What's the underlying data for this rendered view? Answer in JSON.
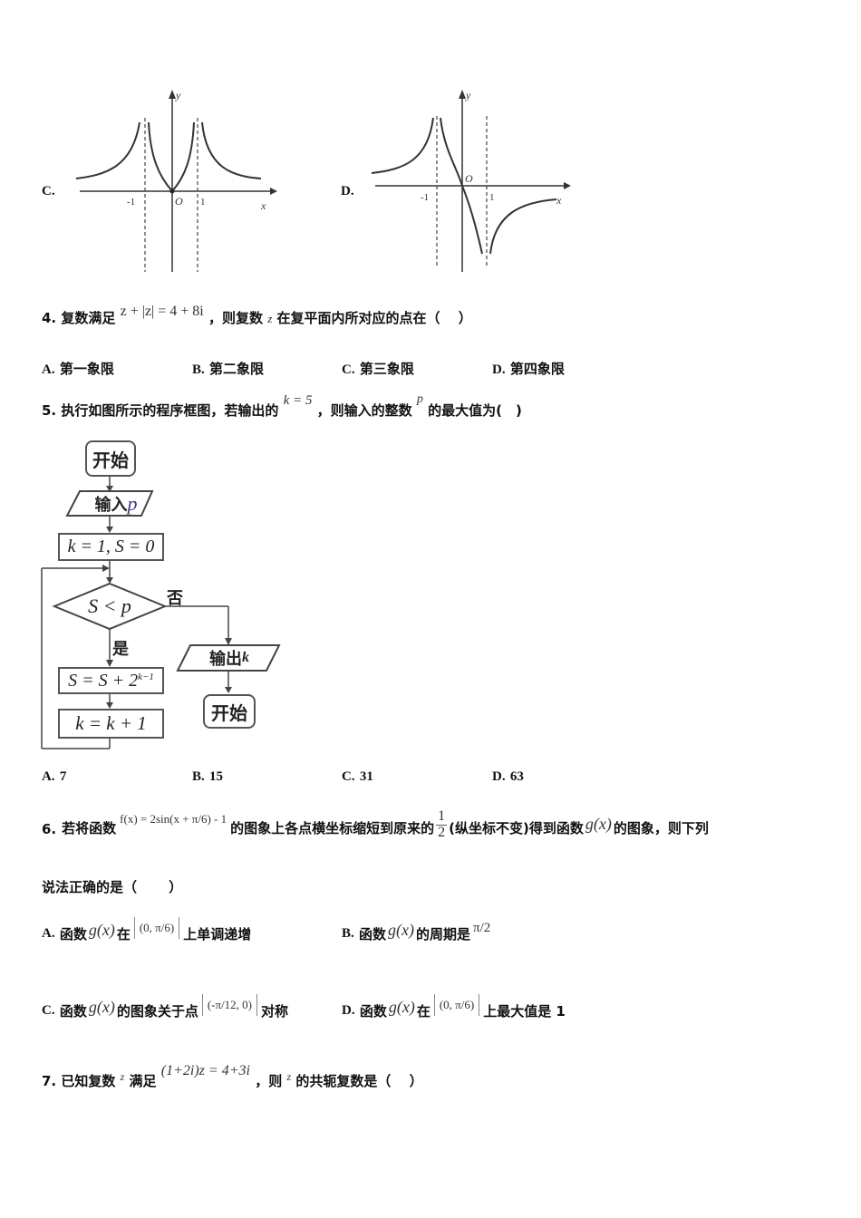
{
  "q3_options": {
    "C": {
      "label": "C.",
      "graph": {
        "x_label": "x",
        "y_label": "y",
        "origin": "O",
        "ticks": [
          "-1",
          "1"
        ]
      }
    },
    "D": {
      "label": "D.",
      "graph": {
        "x_label": "x",
        "y_label": "y",
        "origin": "O",
        "ticks": [
          "-1",
          "1"
        ]
      }
    }
  },
  "q4": {
    "number": "4.",
    "text_before": "复数满足",
    "formula": "z + |z| = 4 + 8i",
    "text_mid": "，则复数",
    "var": "z",
    "text_after": "在复平面内所对应的点在（　 ）",
    "options": [
      {
        "label": "A.",
        "text": "第一象限"
      },
      {
        "label": "B.",
        "text": "第二象限"
      },
      {
        "label": "C.",
        "text": "第三象限"
      },
      {
        "label": "D.",
        "text": "第四象限"
      }
    ]
  },
  "q5": {
    "number": "5.",
    "text_before": "执行如图所示的程序框图，若输出的",
    "formula_k": "k = 5",
    "text_mid": "，则输入的整数",
    "var_p": "p",
    "text_after": "的最大值为(　)",
    "flowchart": {
      "start": "开始",
      "input_cn": "输入",
      "input_var": "p",
      "init": "k = 1, S = 0",
      "condition": "S < p",
      "no_label": "否",
      "yes_label": "是",
      "update_s_base": "S = S + 2",
      "update_s_exp": "k−1",
      "update_k": "k = k + 1",
      "output_cn": "输出",
      "output_var": "k",
      "end": "开始"
    },
    "options": [
      {
        "label": "A.",
        "text": "7"
      },
      {
        "label": "B.",
        "text": "15"
      },
      {
        "label": "C.",
        "text": "31"
      },
      {
        "label": "D.",
        "text": "63"
      }
    ]
  },
  "q6": {
    "number": "6.",
    "text_before": "若将函数",
    "formula_f": "f(x) = 2sin(x + π/6) - 1",
    "text_mid": "的图象上各点横坐标缩短到原来的",
    "fraction": {
      "num": "1",
      "den": "2"
    },
    "text_mid2": "(纵坐标不变)得到函数",
    "g": "g(x)",
    "text_after": "的图象，则下列",
    "line2": "说法正确的是（　　 ）",
    "options": [
      {
        "label": "A.",
        "pre": "函数",
        "g": "g(x)",
        "mid": "在",
        "interval": "(0, π/6)",
        "post": "上单调递增"
      },
      {
        "label": "B.",
        "pre": "函数",
        "g": "g(x)",
        "mid": "的周期是",
        "value": "π/2"
      },
      {
        "label": "C.",
        "pre": "函数",
        "g": "g(x)",
        "mid": "的图象关于点",
        "point": "(-π/12, 0)",
        "post": "对称"
      },
      {
        "label": "D.",
        "pre": "函数",
        "g": "g(x)",
        "mid": "在",
        "interval": "(0, π/6)",
        "post": "上最大值是 1"
      }
    ]
  },
  "q7": {
    "number": "7.",
    "text_before": "已知复数",
    "var": "z",
    "text_mid": "满足",
    "formula": "(1+2i)z = 4+3i",
    "text_mid2": "，则",
    "var2": "z",
    "text_after": "的共轭复数是（　 ）"
  }
}
